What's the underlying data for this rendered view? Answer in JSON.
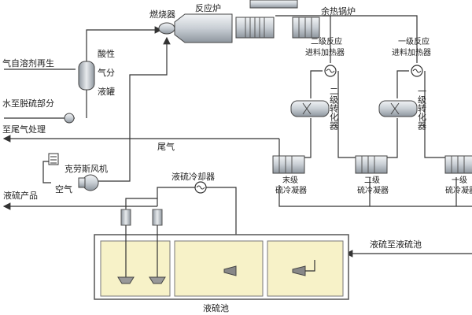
{
  "labels": {
    "solvent_regen": "气自溶剂再生",
    "to_desulfur": "水至脱硫部分",
    "to_tail_gas": "至尾气处理",
    "sour_gas_drum_1": "酸性",
    "sour_gas_drum_2": "气分",
    "sour_gas_drum_3": "液罐",
    "burner": "燃烧器",
    "reaction_furnace": "反应炉",
    "waste_heat_boiler": "余热锅炉",
    "reheater2_l1": "二级反应",
    "reheater2_l2": "进料加热器",
    "reheater1_l1": "一级反应",
    "reheater1_l2": "进料加热器",
    "converter2": "二级转化器",
    "converter1": "一级转化器",
    "tail_gas": "尾气",
    "claus_blower": "克劳斯风机",
    "air": "空气",
    "liquid_sulfur_product": "液硫产品",
    "sulfur_cooler": "液硫冷却器",
    "final_condenser_l1": "末级",
    "final_condenser_l2": "硫冷凝器",
    "condenser2_l1": "二级",
    "condenser2_l2": "硫冷凝器",
    "condenser1_l1": "一级",
    "condenser1_l2": "硫冷凝器",
    "sulfur_to_pit": "液硫至液硫池",
    "sulfur_pit": "液硫池"
  },
  "colors": {
    "pit_fill": "#f7f2c8",
    "pit_border": "#555555",
    "equipment": "#cfd4da",
    "pipe": "#333333"
  }
}
